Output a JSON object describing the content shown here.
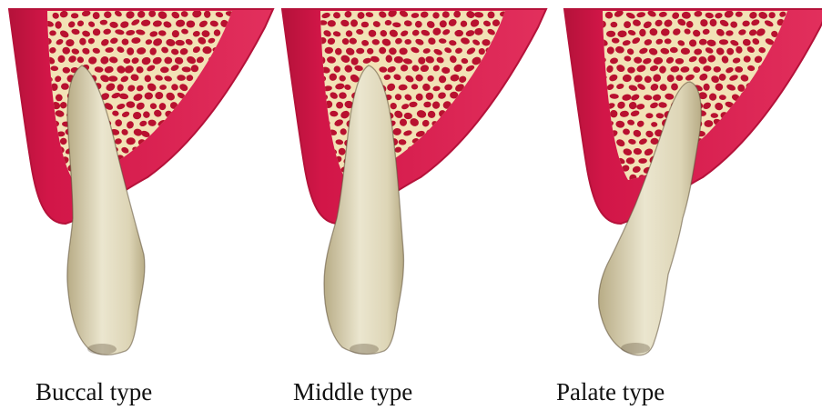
{
  "panels": [
    {
      "id": "buccal",
      "label": "Buccal type"
    },
    {
      "id": "middle",
      "label": "Middle type"
    },
    {
      "id": "palate",
      "label": "Palate type"
    }
  ],
  "colors": {
    "gingiva_outer": "#b5123a",
    "gingiva": "#d21648",
    "gingiva_highlight": "#e2305d",
    "cancellous_bg": "#f2e2b6",
    "trabecular_spot": "#b8112f",
    "tooth_light": "#ebe6cf",
    "tooth_mid": "#ddd5b6",
    "tooth_shadow": "#b8ac86",
    "tooth_dark_edge": "#5e5038"
  }
}
